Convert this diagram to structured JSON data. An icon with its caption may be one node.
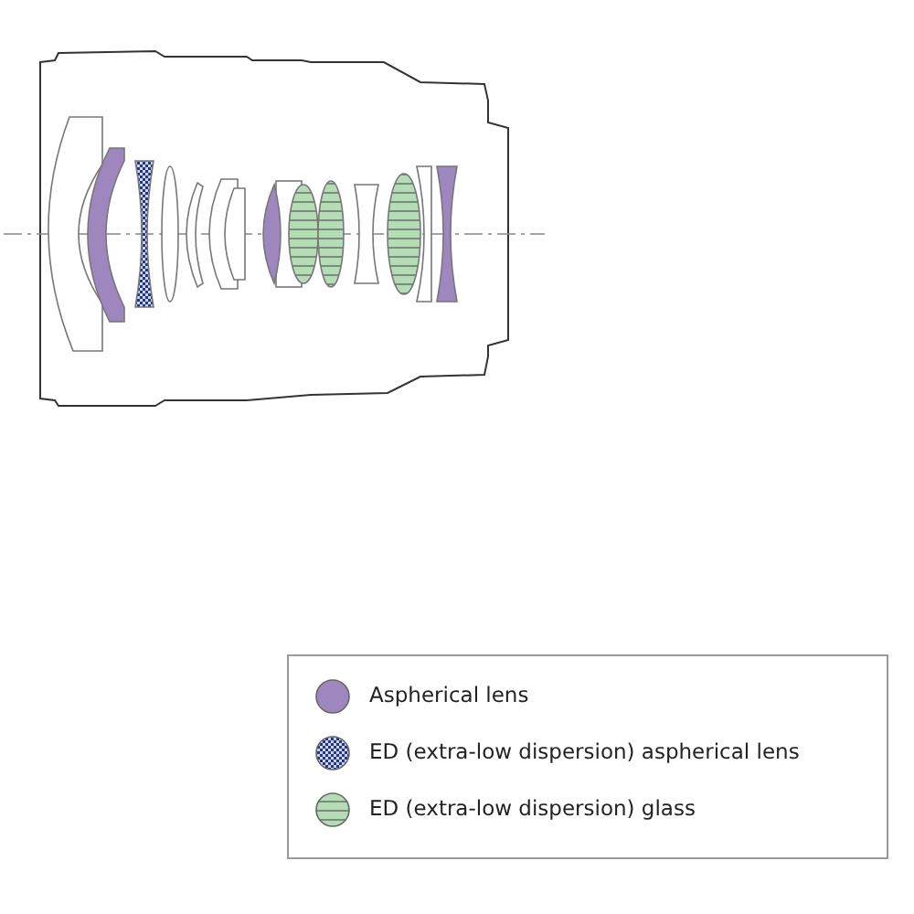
{
  "diagram": {
    "legend": [
      {
        "text": "Aspherical lens",
        "color": "#9e86bf"
      },
      {
        "text": "ED (extra-low dispersion) aspherical lens",
        "color": "#27367a"
      },
      {
        "text": "ED (extra-low dispersion) glass",
        "color": "#b5ddb5"
      }
    ]
  }
}
